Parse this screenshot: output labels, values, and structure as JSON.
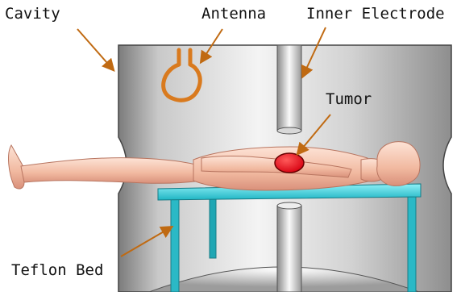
{
  "labels": {
    "cavity": "Cavity",
    "antenna": "Antenna",
    "inner_electrode": "Inner Electrode",
    "tumor": "Tumor",
    "teflon_bed": "Teflon Bed"
  },
  "colors": {
    "cavity_metal": "#b8b8b8",
    "antenna": "#d97a1e",
    "tumor": "#e8101a",
    "bed_top": "#3fd4e0",
    "bed_legs": "#2bb9c6",
    "skin": "#f1b9a0",
    "leader_arrow": "#c06a12"
  }
}
